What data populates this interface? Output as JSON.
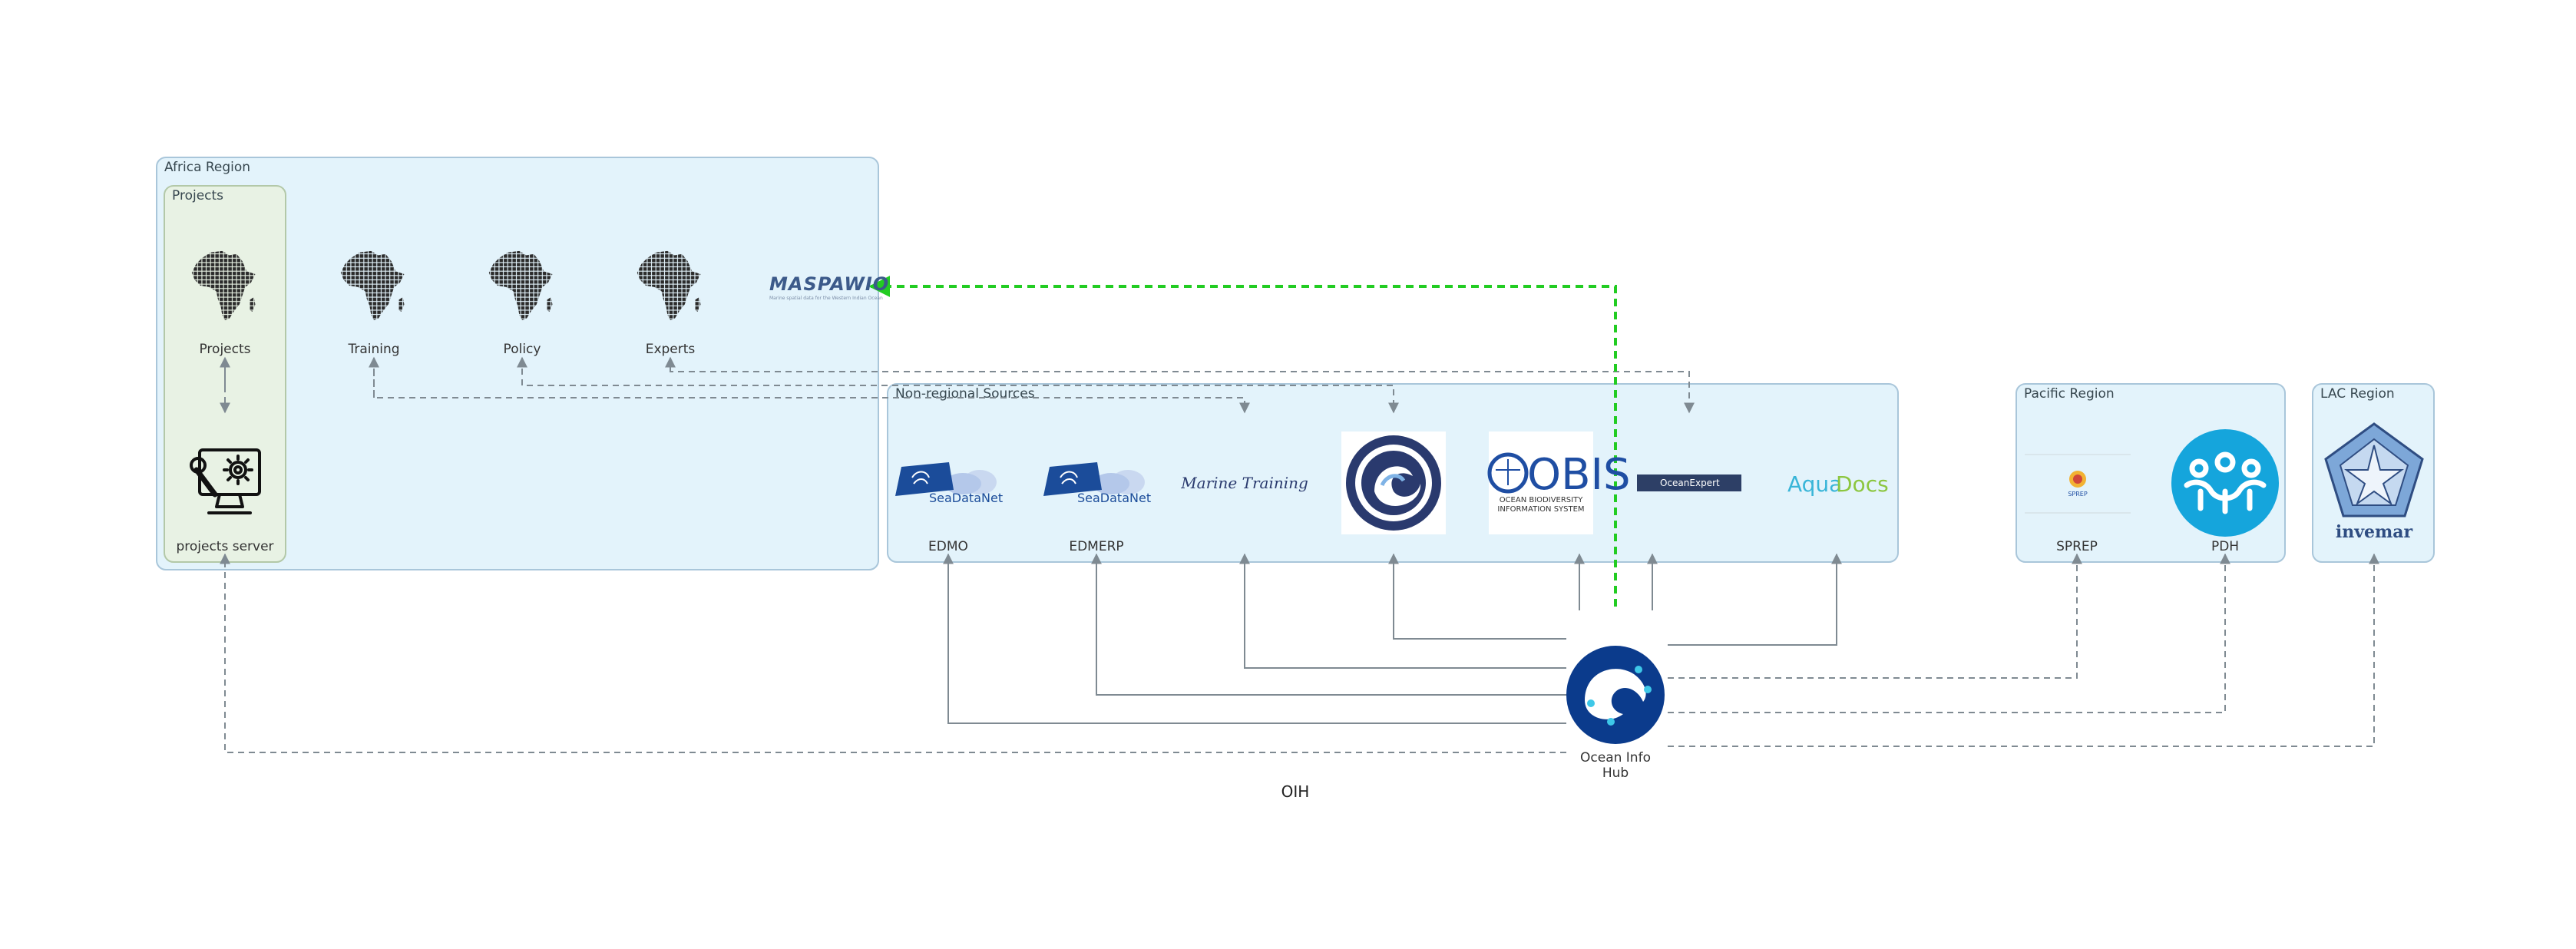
{
  "caption": "OIH",
  "regions": {
    "africa": "Africa Region",
    "projects": "Projects",
    "nonregional": "Non-regional Sources",
    "pacific": "Pacific Region",
    "lac": "LAC Region"
  },
  "nodes": {
    "projects": "Projects",
    "training": "Training",
    "policy": "Policy",
    "experts": "Experts",
    "projects_server": "projects server",
    "edmo": "EDMO",
    "edmerp": "EDMERP",
    "sprep": "SPREP",
    "pdh": "PDH",
    "oih": "Ocean Info Hub",
    "oih_line1": "Ocean Info",
    "oih_line2": "Hub"
  },
  "logos": {
    "maspawio": "MASPAWIO",
    "maspawio_sub": "Marine spatial data for the Western Indian Ocean",
    "seadatanet": "SeaDataNet",
    "marine_training": "Marine Training",
    "obis_big": "OBIS",
    "obis_sub1": "OCEAN BIODIVERSITY",
    "obis_sub2": "INFORMATION SYSTEM",
    "oceanexpert": "OceanExpert",
    "aquadocs_a": "Aqua",
    "aquadocs_b": "Docs",
    "sprep_small": "SPREP",
    "invemar": "invemar"
  },
  "colors": {
    "region_fill": "#e3f3fb",
    "region_stroke": "#a9c6da",
    "projects_fill": "#e8f2e4",
    "projects_stroke": "#b3c8a8",
    "edge_gray": "#7f8a92",
    "edge_green": "#22cc22",
    "oih_blue": "#0b3b8c",
    "pdh_blue": "#15a5dc",
    "navy": "#2a3a6e"
  },
  "icons": {
    "africa_map": "africa-dot-map-icon",
    "server": "wrench-gear-monitor-icon"
  }
}
